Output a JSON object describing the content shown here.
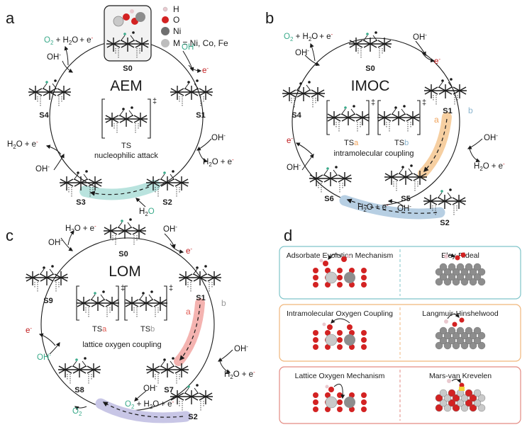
{
  "colors": {
    "green": "#3aaa8a",
    "red": "#c0181a",
    "ink": "#1a1a1a",
    "gray": "#9a9a9a",
    "teal_band": "#b9e3de",
    "orange_band": "#f6cfa1",
    "blue_band": "#b7cfe3",
    "pink_band": "#f4b3b0",
    "lavender_band": "#c8c6e6",
    "box_teal": "#7fc4c9",
    "box_orange": "#f0b67b",
    "box_red": "#e38a82",
    "oxygen": "#d32222",
    "metal": "#8d8d8d",
    "metal_light": "#c9c9c9",
    "hydrogen": "#e9c9cf",
    "yellow": "#f2d53c"
  },
  "panel_letters": {
    "a": "a",
    "b": "b",
    "c": "c",
    "d": "d"
  },
  "legend": {
    "h": "H",
    "o": "O",
    "ni": "Ni",
    "m": "M = Ni, Co, Fe"
  },
  "species": {
    "o2": "O",
    "o2_sub": "2",
    "h2o": "H",
    "h2o_sub": "2",
    "h2o_o": "O",
    "oh": "OH",
    "minus": "-",
    "e": "e",
    "plus_h2o": "+ H",
    "plus_e": "+ e",
    "dagger": "‡"
  },
  "aem": {
    "title": "AEM",
    "ts_label": "TS",
    "caption": "nucleophilic attack",
    "states": [
      "S0",
      "S1",
      "S2",
      "S3",
      "S4"
    ]
  },
  "imoc": {
    "title": "IMOC",
    "ts_a_base": "TS",
    "ts_a_sub": "a",
    "ts_b_base": "TS",
    "ts_b_sub": "b",
    "caption": "intramolecular coupling",
    "path_a": "a",
    "path_b": "b",
    "states": [
      "S0",
      "S1",
      "S2",
      "S4",
      "S5",
      "S6"
    ]
  },
  "lom": {
    "title": "LOM",
    "ts_a_base": "TS",
    "ts_a_sub": "a",
    "ts_b_base": "TS",
    "ts_b_sub": "b",
    "caption": "lattice oxygen coupling",
    "path_a": "a",
    "path_b": "b",
    "states": [
      "S0",
      "S1",
      "S2",
      "S7",
      "S8",
      "S9"
    ]
  },
  "mechanisms": [
    {
      "left": "Adsorbate Evolution Mechanism",
      "right": "Eley-Rideal"
    },
    {
      "left": "Intramolecular Oxygen Coupling",
      "right": "Langmuir-Hinshelwood"
    },
    {
      "left": "Lattice Oxygen Mechanism",
      "right": "Mars-van Krevelen"
    }
  ]
}
